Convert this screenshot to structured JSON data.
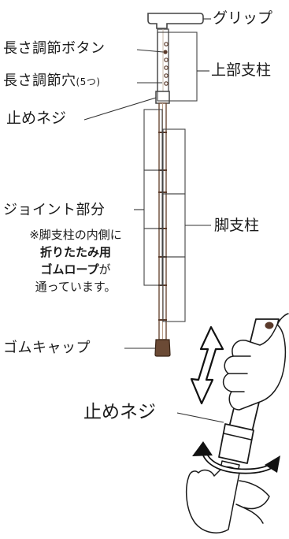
{
  "labels": {
    "grip": "グリップ",
    "length_button": "長さ調節ボタン",
    "length_hole": "長さ調節穴",
    "length_hole_count": "(5つ)",
    "upper_shaft": "上部支柱",
    "stop_screw": "止めネジ",
    "joint": "ジョイント部分",
    "leg_shaft": "脚支柱",
    "rubber_cap": "ゴムキャップ",
    "inset_stop_screw": "止めネジ"
  },
  "note": {
    "line1": "※脚支柱の内側に",
    "line2_bold": "折りたたみ用",
    "line3_bold": "ゴムロープ",
    "line3_rest": "が",
    "line4": "通っています。"
  },
  "colors": {
    "shaft": "#5a3a2a",
    "shaft_light": "#8a6a55",
    "cap": "#6b4a35",
    "line": "#333333"
  },
  "icons": {
    "vertical_arrow": "double-headed-vertical-arrow-icon",
    "rotate_arrow": "rotation-arrow-icon"
  }
}
